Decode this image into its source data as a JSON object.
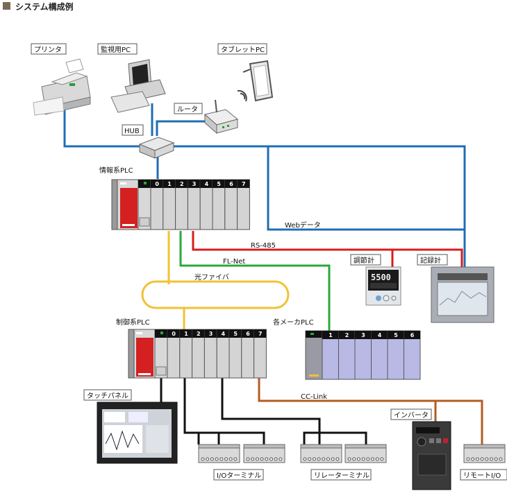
{
  "title": "システム構成例",
  "colors": {
    "title_square": "#7a6a55",
    "ethernet": "#1e6db5",
    "rs485": "#d81c1c",
    "flnet": "#2aa83a",
    "fiber": "#f1c232",
    "cclink": "#b35c22",
    "io": "#111111",
    "plc_red": "#d42020"
  },
  "icons": {
    "printer": "printer-icon",
    "monitor_pc": "desktop-pc-icon",
    "tablet": "tablet-icon",
    "router": "router-icon",
    "hub": "hub-icon",
    "controller": "temperature-controller-icon",
    "recorder": "recorder-icon",
    "touch_panel": "touch-panel-icon",
    "inverter": "inverter-icon",
    "terminal": "terminal-block-icon"
  },
  "devices": {
    "printer": "プリンタ",
    "monitor_pc": "監視用PC",
    "tablet": "タブレットPC",
    "router": "ルータ",
    "hub": "HUB",
    "info_plc": "情報系PLC",
    "controller": "調節計",
    "recorder": "記録計",
    "control_plc": "制御系PLC",
    "maker_plc": "各メーカPLC",
    "touch_panel": "タッチパネル",
    "inverter": "インバータ",
    "io_terminal": "I/Oターミナル",
    "relay_terminal": "リレーターミナル",
    "remote_io": "リモートI/O"
  },
  "networks": {
    "web": "Webデータ",
    "rs485": "RS-485",
    "flnet": "FL-Net",
    "fiber": "光ファイバ",
    "cclink": "CC-Link"
  },
  "plc_slots": [
    "0",
    "1",
    "2",
    "3",
    "4",
    "5",
    "6",
    "7"
  ],
  "maker_slots": [
    "1",
    "2",
    "3",
    "4",
    "5",
    "6"
  ],
  "controller_display": "5500"
}
